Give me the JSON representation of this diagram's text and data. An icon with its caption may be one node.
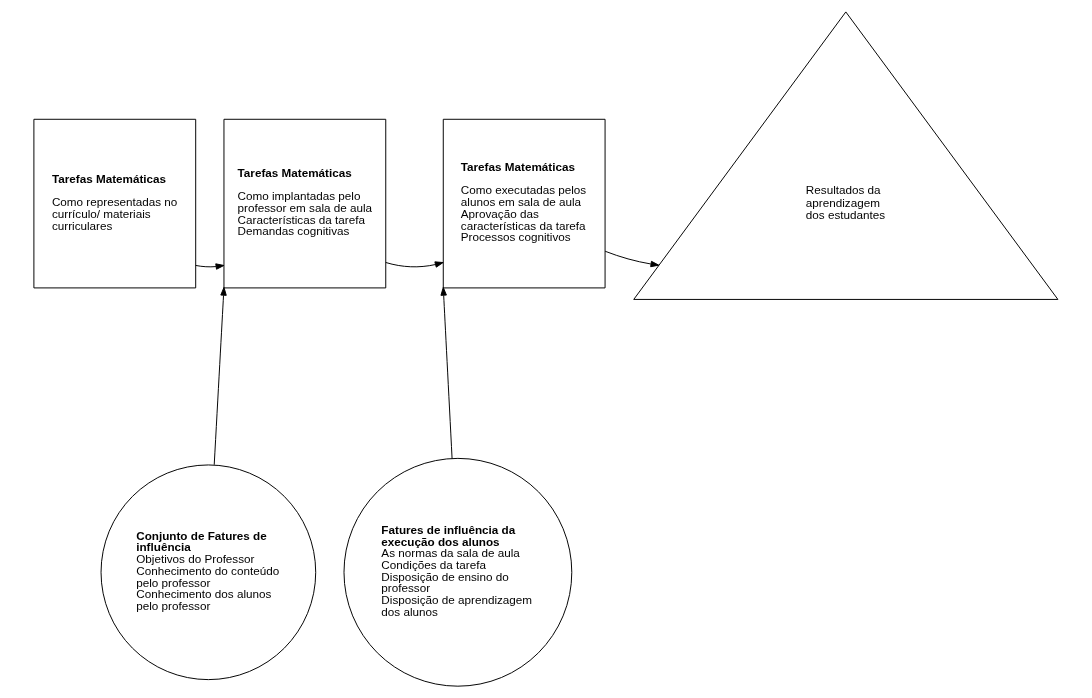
{
  "diagram": {
    "nodes": [
      {
        "text": [
          "Tarefas Matemáticas",
          "Como representadas no currículo/ materiais curriculares"
        ]
      },
      {
        "text": [
          "Tarefas Matemáticas",
          "Como implantadas pelo professor em sala de aula",
          "Características da tarefa",
          "Demandas cognitivas"
        ]
      },
      {
        "text": [
          "Tarefas Matemáticas",
          "Como executadas pelos alunos em sala de aula",
          "Aprovação das características da tarefa",
          "Processos cognitivos"
        ]
      },
      {
        "text": [
          "Resultados da aprendizagem dos estudantes"
        ]
      },
      {
        "text": [
          "Conjunto de Fatures de influência",
          "Objetivos do Professor",
          "Conhecimento do conteúdo pelo professor",
          "Conhecimento dos alunos pelo professor"
        ]
      },
      {
        "text": [
          "Fatures de influência da execução dos alunos",
          "As normas da sala de aula",
          "Condições da tarefa",
          "Disposição de ensino do professor",
          "Disposição de aprendizagem dos alunos"
        ]
      }
    ],
    "edges": [
      {
        "from": 0,
        "to": 1,
        "arrow": "to"
      },
      {
        "from": 1,
        "to": 2,
        "arrow": "to"
      },
      {
        "from": 2,
        "to": 3,
        "arrow": "to"
      },
      {
        "from": 4,
        "to": 1,
        "arrow": "to"
      },
      {
        "from": 5,
        "to": 2,
        "arrow": "to"
      }
    ]
  }
}
